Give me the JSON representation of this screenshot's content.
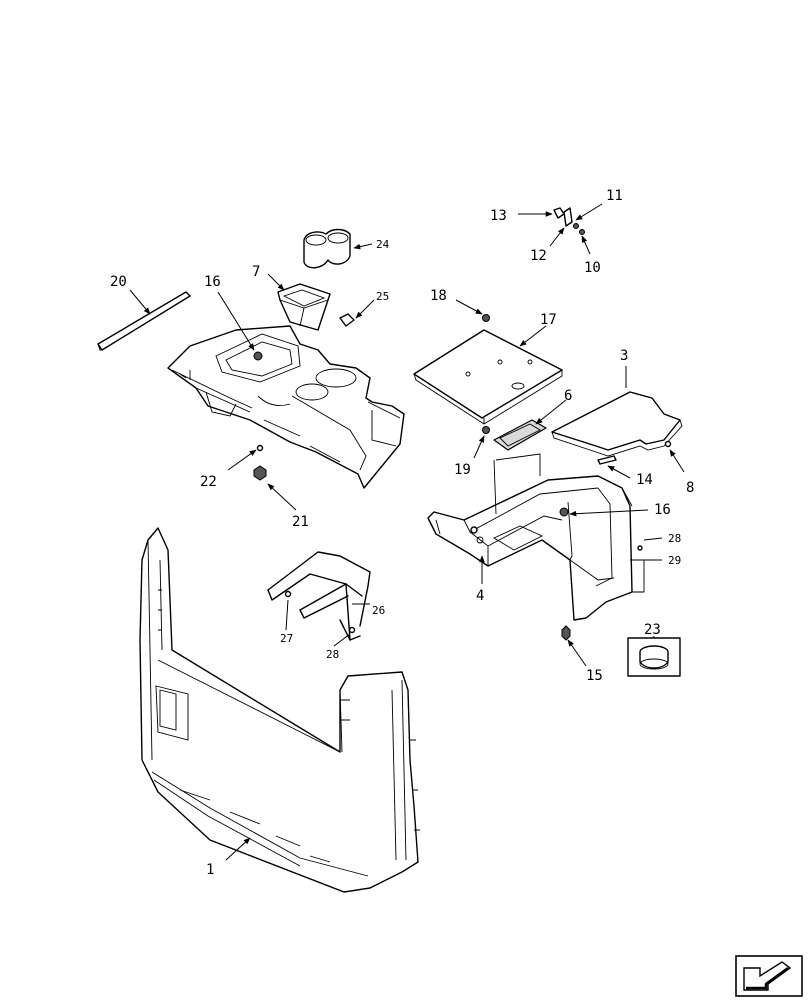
{
  "callouts": {
    "c1": "1",
    "c3": "3",
    "c4": "4",
    "c6": "6",
    "c7": "7",
    "c8": "8",
    "c10": "10",
    "c11": "11",
    "c12": "12",
    "c13": "13",
    "c14": "14",
    "c15": "15",
    "c16a": "16",
    "c16b": "16",
    "c17": "17",
    "c18": "18",
    "c19": "19",
    "c20": "20",
    "c21": "21",
    "c22": "22",
    "c23": "23",
    "c24": "24",
    "c25": "25",
    "c26": "26",
    "c27": "27",
    "c28a": "28",
    "c28b": "28",
    "c29": "29"
  },
  "navigation": {
    "icon": "next-page-arrow-icon"
  }
}
